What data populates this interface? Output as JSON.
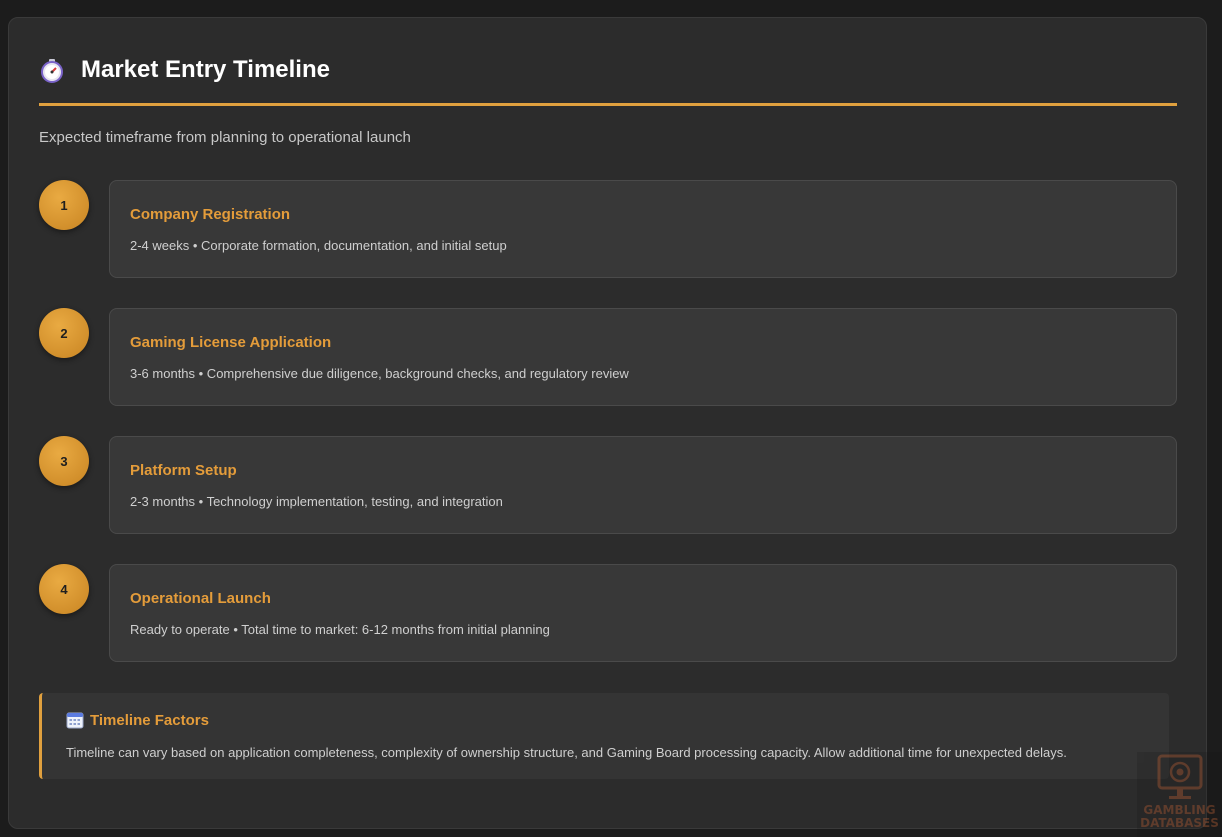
{
  "header": {
    "title": "Market Entry Timeline",
    "icon": "stopwatch-icon"
  },
  "subtitle": "Expected timeframe from planning to operational launch",
  "steps": [
    {
      "number": "1",
      "title": "Company Registration",
      "description": "2-4 weeks • Corporate formation, documentation, and initial setup"
    },
    {
      "number": "2",
      "title": "Gaming License Application",
      "description": "3-6 months • Comprehensive due diligence, background checks, and regulatory review"
    },
    {
      "number": "3",
      "title": "Platform Setup",
      "description": "2-3 months • Technology implementation, testing, and integration"
    },
    {
      "number": "4",
      "title": "Operational Launch",
      "description": "Ready to operate • Total time to market: 6-12 months from initial planning"
    }
  ],
  "factors": {
    "icon": "calendar-icon",
    "title": "Timeline Factors",
    "text": "Timeline can vary based on application completeness, complexity of ownership structure, and Gaming Board processing capacity. Allow additional time for unexpected delays."
  },
  "watermark": {
    "line1": "GAMBLING",
    "line2": "DATABASES"
  },
  "colors": {
    "accent": "#e0a03e",
    "background": "#2c2c2c",
    "step_box": "#383838"
  }
}
